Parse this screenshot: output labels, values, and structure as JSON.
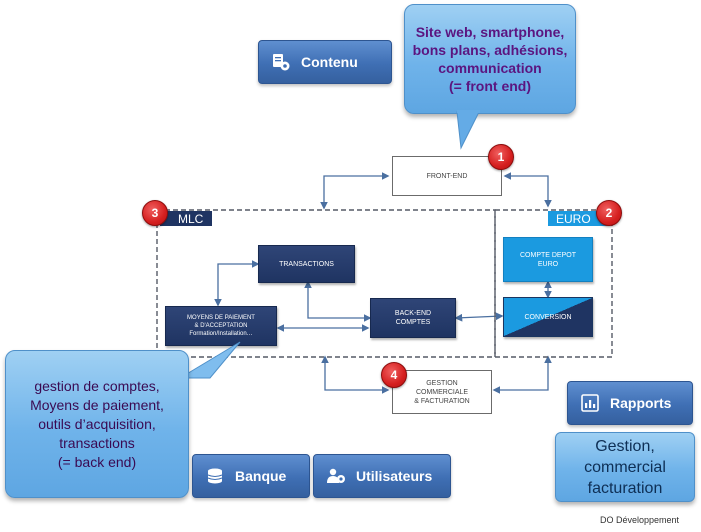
{
  "buttons": {
    "contenu": "Contenu",
    "banque": "Banque",
    "utilisateurs": "Utilisateurs",
    "rapports": "Rapports"
  },
  "callouts": {
    "front_end": [
      "Site web, smartphone,",
      "bons plans, adhésions,",
      "communication",
      "(= front end)"
    ],
    "back_end": [
      "gestion de comptes,",
      "Moyens de paiement,",
      "outils d’acquisition,",
      "transactions",
      "(= back end)"
    ],
    "gestion": [
      "Gestion,",
      "commercial",
      "facturation"
    ]
  },
  "diagram": {
    "front_end_box": "FRONT-END",
    "mlc_label": "MLC",
    "euro_label": "EURO",
    "transactions": "TRANSACTIONS",
    "moyens": [
      "MOYENS DE PAIEMENT",
      "& D'ACCEPTATION",
      "Formation/Installation…"
    ],
    "back_end": [
      "BACK-END",
      "COMPTES"
    ],
    "compte_depot": [
      "COMPTE DEPOT",
      "EURO"
    ],
    "conversion": "CONVERSION",
    "gestion": [
      "GESTION",
      "COMMERCIALE",
      "& FACTURATION"
    ],
    "badges": [
      "1",
      "2",
      "3",
      "4"
    ]
  },
  "footer": "DO Développement",
  "colors": {
    "button_blue": "#3f6fb4",
    "callout_blue": "#6fb3ea",
    "navy_box": "#1f3462",
    "cyan_box": "#1b9ae0",
    "badge_red": "#d51f1f"
  }
}
